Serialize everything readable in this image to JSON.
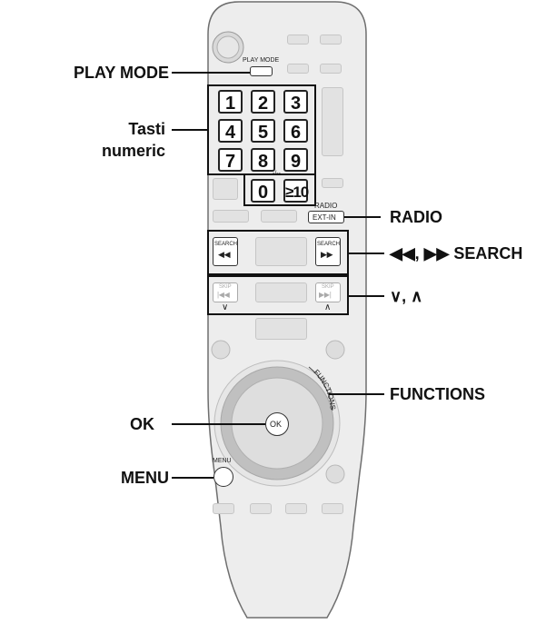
{
  "callouts": {
    "play_mode": "PLAY MODE",
    "numeric_line1": "Tasti",
    "numeric_line2": "numeric",
    "radio": "RADIO",
    "search": "◀◀, ▶▶ SEARCH",
    "skip": "∨, ∧",
    "functions": "FUNCTIONS",
    "ok": "OK",
    "menu": "MENU"
  },
  "remote": {
    "play_mode_key": "PLAY MODE",
    "digits": [
      "1",
      "2",
      "3",
      "4",
      "5",
      "6",
      "7",
      "8",
      "9"
    ],
    "zero": "0",
    "ge10": "≥10",
    "dash_slash": "-/--",
    "radio_key": "RADIO",
    "ext_in": "EXT-IN",
    "search_key": "SEARCH",
    "skip_key": "SKIP",
    "functions_key": "FUNCTIONS",
    "ok_key": "OK",
    "menu_key": "MENU"
  },
  "colors": {
    "body": "#ededed",
    "outline": "#6e6e6e",
    "button_gray": "#e2e2e2",
    "dial": "#b7b7b7"
  }
}
